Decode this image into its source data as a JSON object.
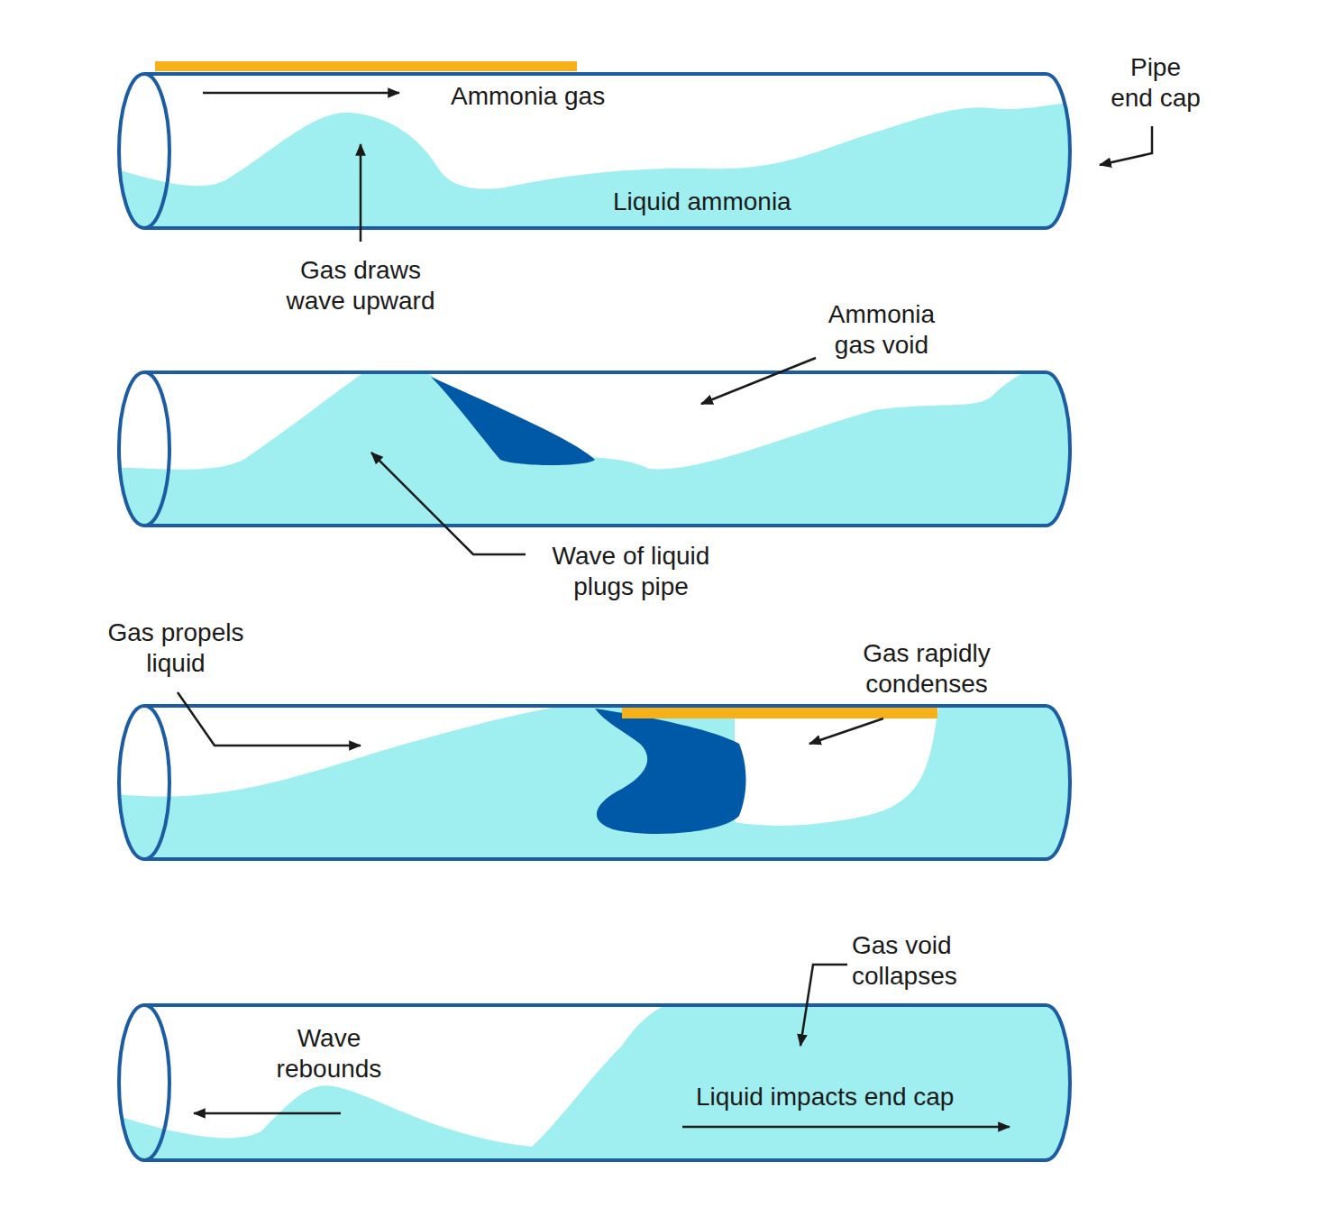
{
  "diagram": {
    "labels": [
      "Ammonia gas",
      "Pipe end cap",
      "Liquid ammonia",
      "Gas draws wave upward",
      "Ammonia gas void",
      "Wave of liquid plugs pipe",
      "Gas propels liquid",
      "Gas rapidly condenses",
      "Gas void collapses",
      "Wave rebounds",
      "Liquid impacts end cap"
    ]
  }
}
